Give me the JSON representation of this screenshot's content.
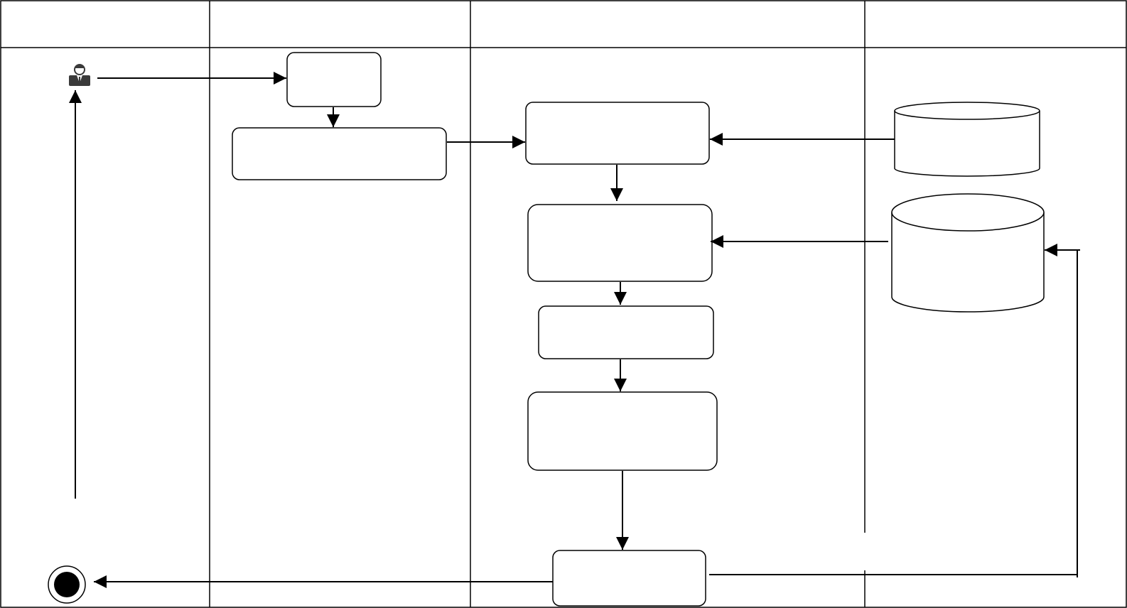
{
  "diagram": {
    "lanes": [
      {
        "id": "lane-1",
        "title": ""
      },
      {
        "id": "lane-2",
        "title": ""
      },
      {
        "id": "lane-3",
        "title": ""
      },
      {
        "id": "lane-4",
        "title": ""
      }
    ],
    "nodes": {
      "actor": {
        "icon": "user-icon",
        "label": ""
      },
      "node_a": {
        "label": ""
      },
      "node_b": {
        "label": ""
      },
      "node_c": {
        "label": ""
      },
      "node_d": {
        "label": ""
      },
      "node_e": {
        "label": ""
      },
      "node_f": {
        "label": ""
      },
      "node_g": {
        "label": ""
      },
      "db_top": {
        "label": ""
      },
      "db_bottom": {
        "label": ""
      },
      "end_state": {
        "icon": "final-state-icon",
        "label": ""
      }
    },
    "colors": {
      "stroke": "#000000",
      "fill": "#ffffff",
      "end_fill": "#000000"
    }
  }
}
